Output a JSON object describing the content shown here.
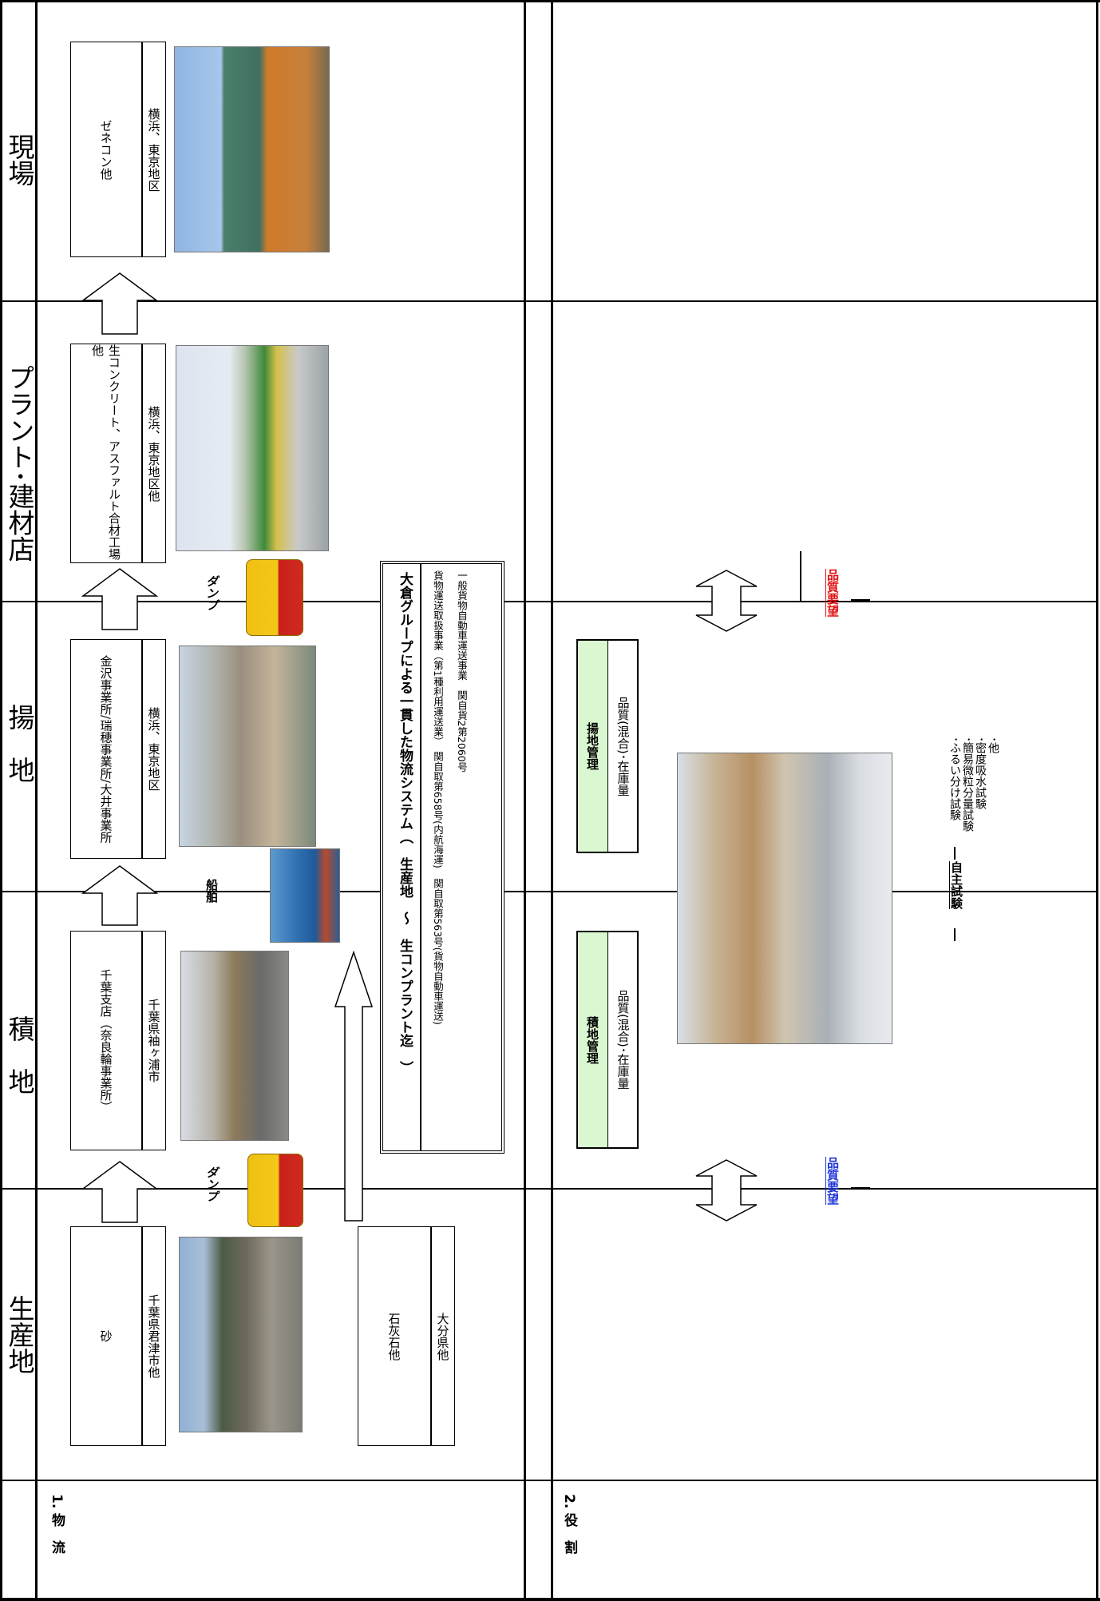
{
  "section1": {
    "label": "1. 物　流",
    "columns": [
      "生産地",
      "積　地",
      "揚　地",
      "プラント･建材店",
      "現場"
    ],
    "production": {
      "box1": {
        "name": "砂",
        "area": "千葉県君津市他"
      },
      "box2": {
        "name": "石灰石他",
        "area": "大分県他"
      }
    },
    "loading": {
      "name": "千葉支店（奈良輪事業所）",
      "area": "千葉県袖ヶ浦市"
    },
    "unloading": {
      "name": "金沢事業所/瑞穂事業所/大井事業所",
      "area": "横浜、東京地区"
    },
    "plant": {
      "name": "生コンクリート、アスファルト合材工場他",
      "area": "横浜、東京地区他"
    },
    "site": {
      "name": "ゼネコン他",
      "area": "横浜、東京地区"
    },
    "transport": {
      "dump1": "ダンプ",
      "ship": "船舶",
      "dump2": "ダンプ"
    },
    "system": {
      "title": "大倉グループによる一貫した物流システム（　生産地　～　生コンプラント迄　）",
      "line1": "貨物運送取扱事業（第1種利用運送業）　関自取第658号(内航海運)　関自取第563号(貨物自動車運送)",
      "line2": "一般貨物自動車運送事業　関自貨2第2060号"
    }
  },
  "section2": {
    "label": "2. 役　割",
    "mgmt1": {
      "title": "積地管理",
      "body": "品質(混合)･在庫量"
    },
    "mgmt2": {
      "title": "揚地管理",
      "body": "品質(混合)･在庫量"
    },
    "request1": "品質要望",
    "request2": "品質要望",
    "test_label": "自主試験",
    "tests": [
      "･ふるい分け試験",
      "･簡易微粒分量試験",
      "･密度吸水試験",
      "･他"
    ]
  }
}
